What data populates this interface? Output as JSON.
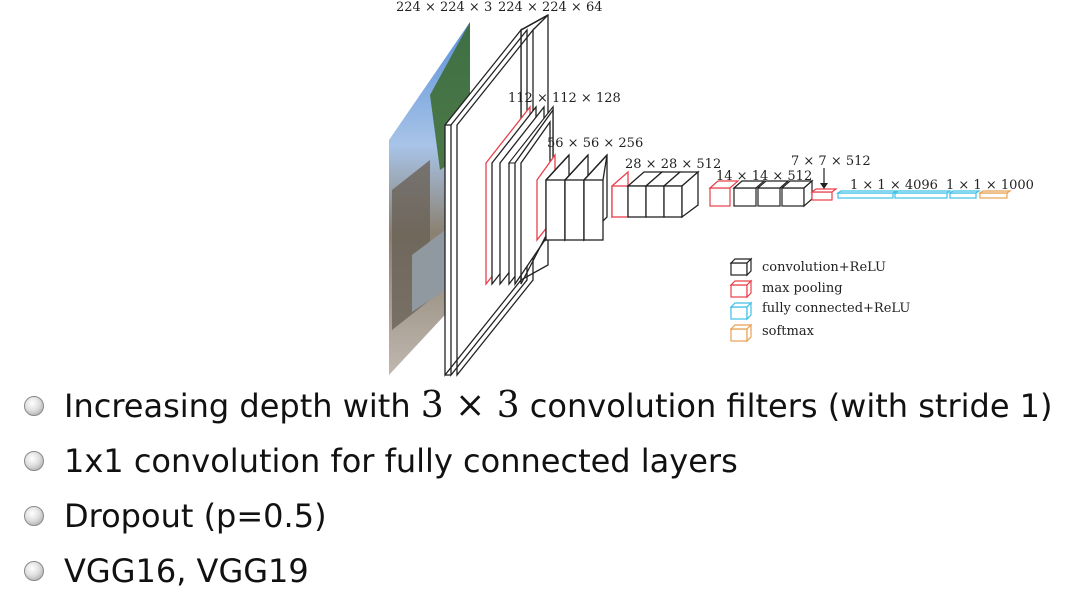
{
  "diagram": {
    "labels": [
      {
        "id": "l1",
        "text": "224 × 224 × 3"
      },
      {
        "id": "l2",
        "text": "224 × 224 × 64"
      },
      {
        "id": "l3",
        "text": "112 × 112 × 128"
      },
      {
        "id": "l4",
        "text": "56 × 56 × 256"
      },
      {
        "id": "l5",
        "text": "28 × 28 × 512"
      },
      {
        "id": "l6",
        "text": "14 × 14 × 512"
      },
      {
        "id": "l7",
        "text": "7 × 7 × 512"
      },
      {
        "id": "l8",
        "text": "1 × 1 × 4096"
      },
      {
        "id": "l9",
        "text": "1 × 1 × 1000"
      }
    ],
    "legend": [
      {
        "text": "convolution+ReLU",
        "color": "#222222"
      },
      {
        "text": "max pooling",
        "color": "#e8404a"
      },
      {
        "text": "fully connected+ReLU",
        "color": "#3cc0e8"
      },
      {
        "text": "softmax",
        "color": "#e8a050"
      }
    ],
    "colors": {
      "conv": "#222222",
      "pool": "#e8404a",
      "fc": "#3cc0e8",
      "softmax": "#e8a050"
    }
  },
  "bullets": [
    {
      "pre": "Increasing depth with ",
      "math": "3 × 3",
      "post": " convolution filters (with stride 1)"
    },
    {
      "pre": "1x1 convolution for fully connected layers",
      "math": "",
      "post": ""
    },
    {
      "pre": "Dropout (p=0.5)",
      "math": "",
      "post": ""
    },
    {
      "pre": "VGG16, VGG19",
      "math": "",
      "post": ""
    }
  ]
}
